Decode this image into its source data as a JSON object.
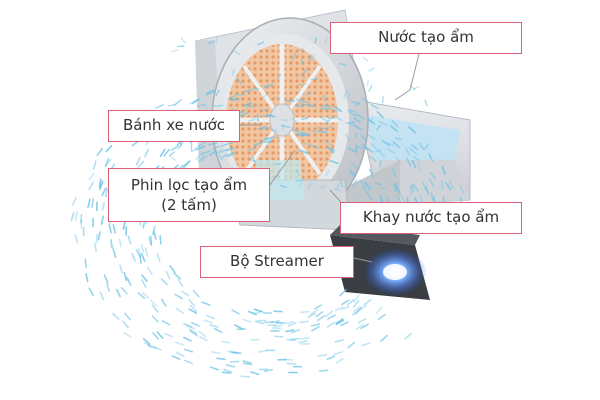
{
  "labels": {
    "water": "Nước tạo ẩm",
    "wheel": "Bánh xe nước",
    "filter_line1": "Phin lọc tạo ẩm",
    "filter_line2": "(2 tấm)",
    "tray": "Khay nước tạo ẩm",
    "streamer": "Bộ Streamer"
  },
  "colors": {
    "callout_border": "#d9627a",
    "leader_line": "#9a9a9a",
    "housing": "#d6dade",
    "filter_mesh": "#e8a67a",
    "mist": "#6ec3e8",
    "streamer_glow": "#4d8cff"
  }
}
